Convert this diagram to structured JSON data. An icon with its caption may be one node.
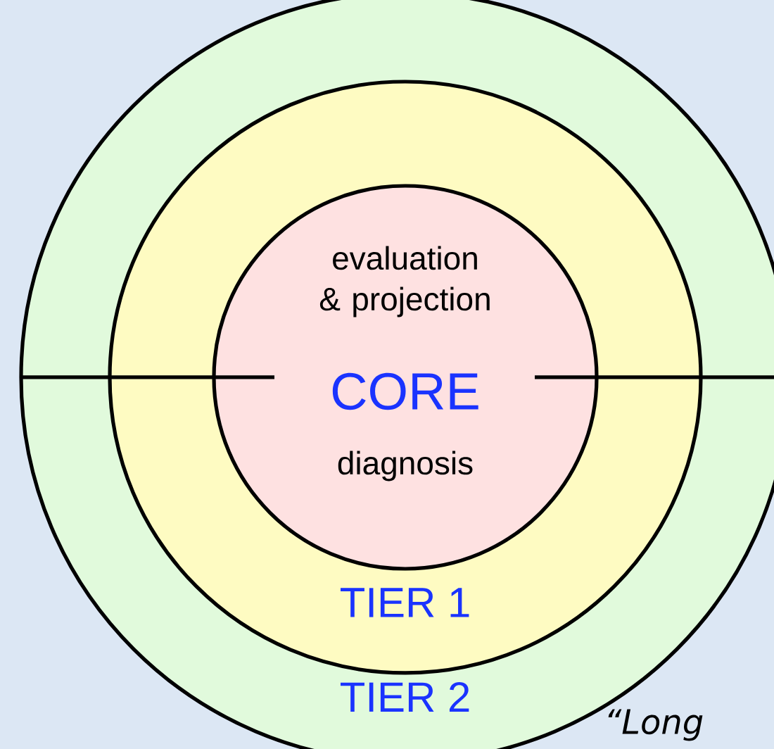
{
  "diagram": {
    "nodes": [
      {
        "text": [
          "TIER 2"
        ]
      },
      {
        "text": [
          "TIER 1"
        ],
        "in": 0
      },
      {
        "text": [
          "evaluation & projection",
          "CORE",
          "diagnosis"
        ],
        "in": 1
      }
    ],
    "labels": [
      "“Long"
    ]
  }
}
